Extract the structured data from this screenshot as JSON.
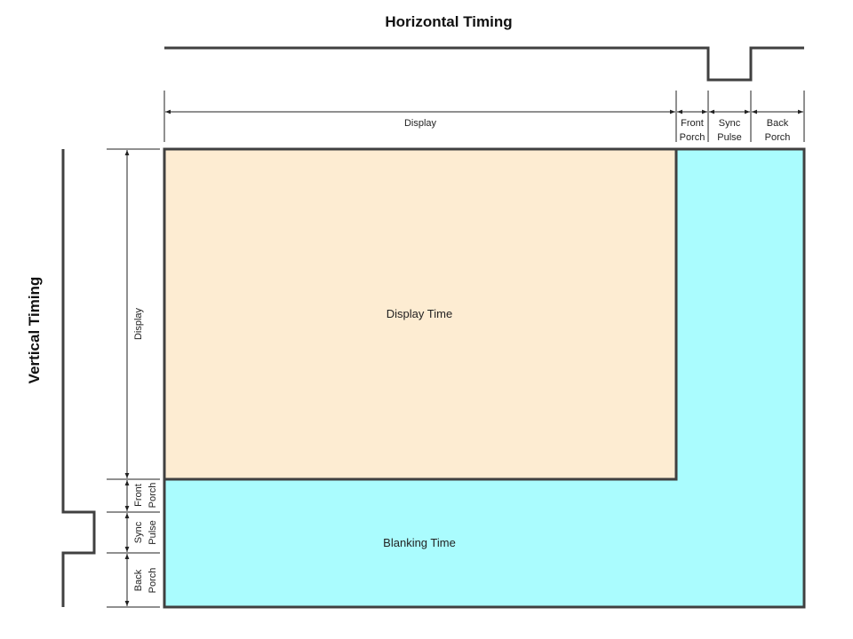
{
  "titles": {
    "horizontal": "Horizontal Timing",
    "vertical": "Vertical Timing"
  },
  "horizontal_labels": {
    "display": "Display",
    "front": [
      "Front",
      "Porch"
    ],
    "sync": [
      "Sync",
      "Pulse"
    ],
    "back": [
      "Back",
      "Porch"
    ]
  },
  "vertical_labels": {
    "display": "Display",
    "front": [
      "Front",
      "Porch"
    ],
    "sync": [
      "Sync",
      "Pulse"
    ],
    "back": [
      "Back",
      "Porch"
    ]
  },
  "regions": {
    "display": "Display Time",
    "blanking": "Blanking Time"
  },
  "colors": {
    "display": "#fdecd2",
    "blanking": "#aafcfe",
    "signal": "#404040"
  }
}
